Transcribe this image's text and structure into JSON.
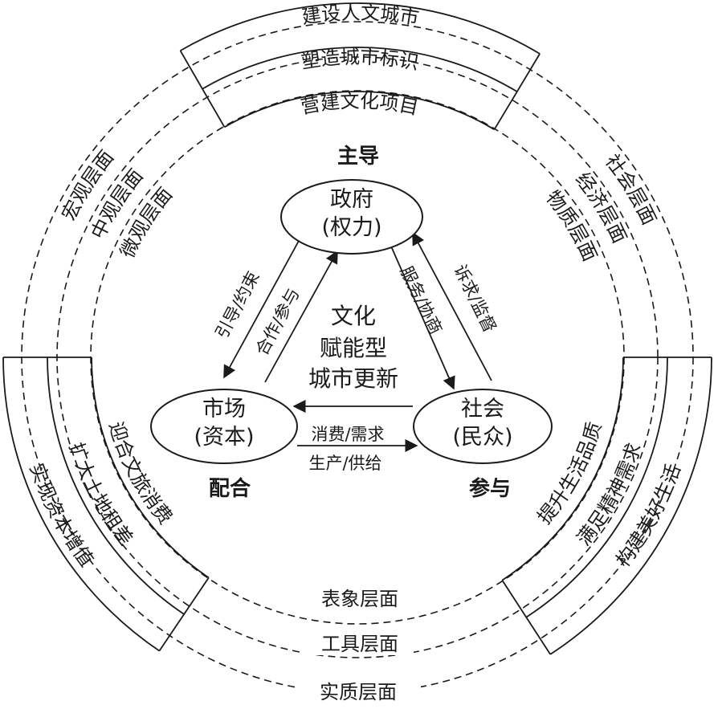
{
  "outer_labels": {
    "government_bands": [
      "建设人文城市",
      "塑造城市标识",
      "营建文化项目"
    ],
    "market_bands": [
      "实现资本增值",
      "扩大土地租差",
      "迎合文旅消费"
    ],
    "society_bands": [
      "构建美好生活",
      "满足精神需求",
      "提升生活品质"
    ],
    "left_layers": [
      "宏观层面",
      "中观层面",
      "微观层面"
    ],
    "right_layers": [
      "社会层面",
      "经济层面",
      "物质层面"
    ],
    "bottom_layers": [
      "表象层面",
      "工具层面",
      "实质层面"
    ]
  },
  "nodes": {
    "government": {
      "line1": "政府",
      "line2": "(权力)",
      "role": "主导"
    },
    "market": {
      "line1": "市场",
      "line2": "(资本)",
      "role": "配合"
    },
    "society": {
      "line1": "社会",
      "line2": "(民众)",
      "role": "参与"
    }
  },
  "edges": {
    "gov_to_market": "引导/约束",
    "market_to_gov": "合作/参与",
    "gov_to_society": "服务/协商",
    "society_to_gov": "诉求/监督",
    "market_to_society": "消费/需求",
    "market_to_society_2": "生产/供给"
  },
  "center": [
    "文化",
    "赋能型",
    "城市更新"
  ]
}
